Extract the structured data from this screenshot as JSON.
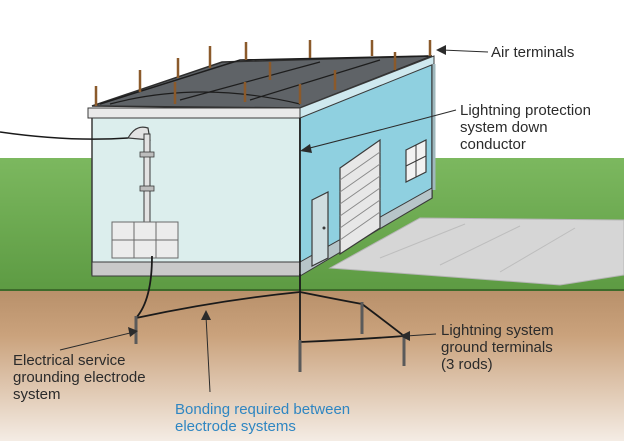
{
  "labels": {
    "air_terminals": "Air terminals",
    "down_conductor": "Lightning protection\nsystem down\nconductor",
    "ground_terminals": "Lightning system\nground terminals\n(3 rods)",
    "electrical_service": "Electrical service\ngrounding electrode\nsystem",
    "bonding": "Bonding required between\nelectrode systems"
  },
  "colors": {
    "bonding_text": "#2f86c2",
    "sky": "#ffffff",
    "grass": "#6aa84f",
    "soil": "#c7a07a",
    "front_wall": "#d8ece9",
    "side_wall": "#8fd0e0",
    "roof": "#5e6266",
    "driveway": "#d3d3d3"
  }
}
